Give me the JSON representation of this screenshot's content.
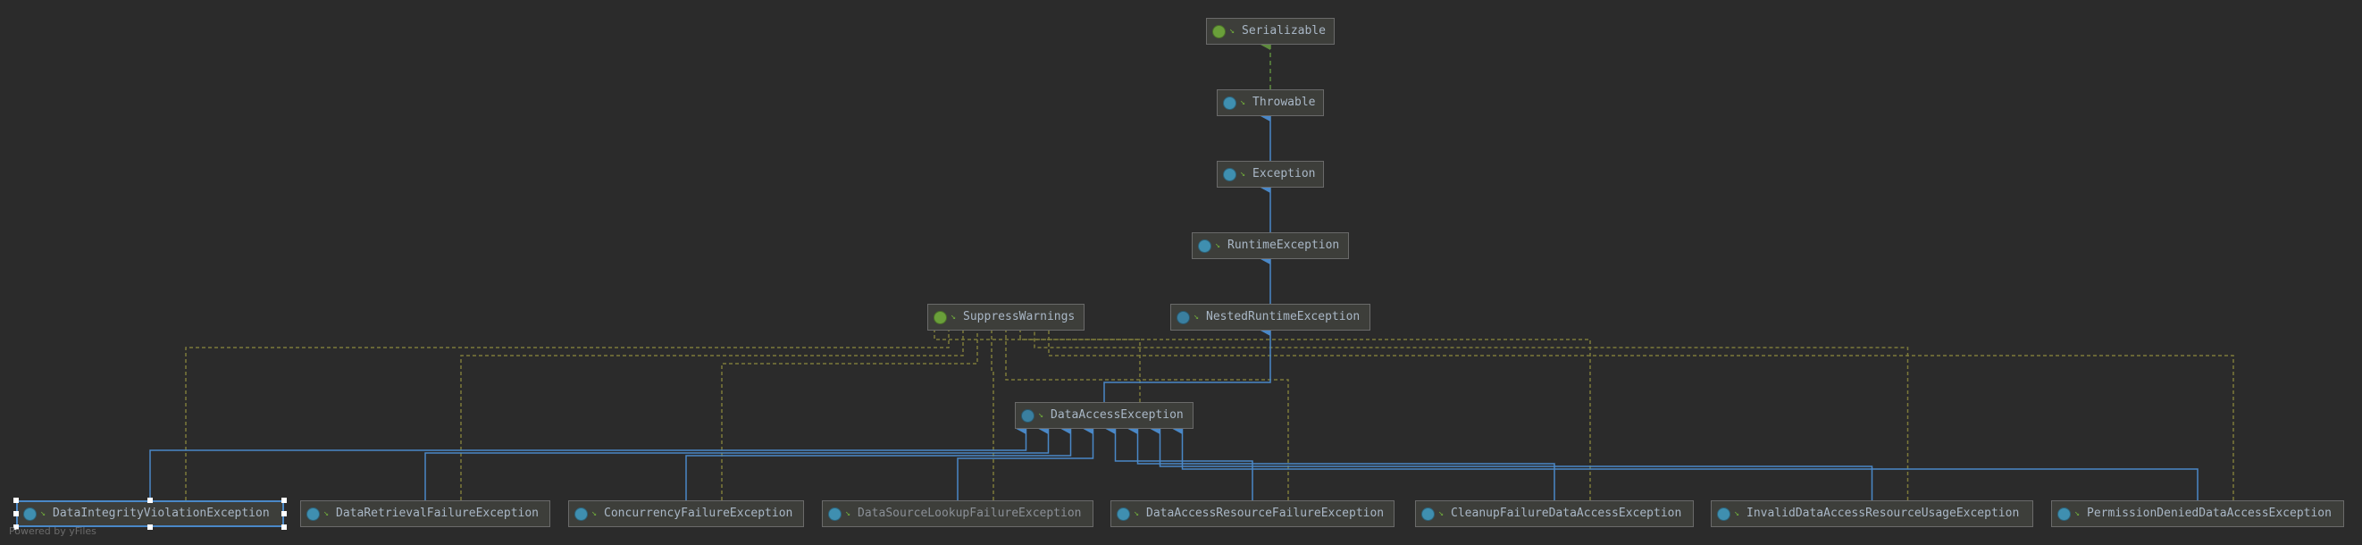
{
  "colors": {
    "background": "#2b2b2b",
    "inheritance_line": "#4a88c7",
    "implements_line": "#5e8b3e",
    "annotation_line": "#7d7a3a",
    "interface_badge": "#6a9f3a",
    "class_badge": "#3f8fb0",
    "abstract_class_badge": "#3a7fa0",
    "annotation_badge": "#6a9f3a"
  },
  "nodes": [
    {
      "id": "serializable",
      "label": "Serializable",
      "kind": "interface",
      "icon": "interface-icon"
    },
    {
      "id": "throwable",
      "label": "Throwable",
      "kind": "class",
      "icon": "class-icon"
    },
    {
      "id": "exception",
      "label": "Exception",
      "kind": "class",
      "icon": "class-icon"
    },
    {
      "id": "runtimeexception",
      "label": "RuntimeException",
      "kind": "class",
      "icon": "class-icon"
    },
    {
      "id": "suppresswarnings",
      "label": "SuppressWarnings",
      "kind": "annotation",
      "icon": "annotation-icon"
    },
    {
      "id": "nestedruntimeexception",
      "label": "NestedRuntimeException",
      "kind": "abstract",
      "icon": "abstract-class-icon"
    },
    {
      "id": "dataaccessexception",
      "label": "DataAccessException",
      "kind": "abstract",
      "icon": "abstract-class-icon"
    },
    {
      "id": "dataintegrityviolationexception",
      "label": "DataIntegrityViolationException",
      "kind": "class",
      "icon": "class-icon",
      "selected": true
    },
    {
      "id": "dataretrievalfailureexception",
      "label": "DataRetrievalFailureException",
      "kind": "class",
      "icon": "class-icon"
    },
    {
      "id": "concurrencyfailureexception",
      "label": "ConcurrencyFailureException",
      "kind": "class",
      "icon": "class-icon"
    },
    {
      "id": "datasourcelookupfailureexception",
      "label": "DataSourceLookupFailureException",
      "kind": "class",
      "icon": "class-icon",
      "dim": true
    },
    {
      "id": "dataaccessresourcefailureexception",
      "label": "DataAccessResourceFailureException",
      "kind": "class",
      "icon": "class-icon"
    },
    {
      "id": "cleanupfailuredataaccessexception",
      "label": "CleanupFailureDataAccessException",
      "kind": "class",
      "icon": "class-icon"
    },
    {
      "id": "invaliddataaccessresourceusageexception",
      "label": "InvalidDataAccessResourceUsageException",
      "kind": "class",
      "icon": "class-icon"
    },
    {
      "id": "permissiondenieddataaccessexception",
      "label": "PermissionDeniedDataAccessException",
      "kind": "class",
      "icon": "class-icon"
    }
  ],
  "edges": [
    {
      "from": "throwable",
      "to": "serializable",
      "type": "implements"
    },
    {
      "from": "exception",
      "to": "throwable",
      "type": "extends"
    },
    {
      "from": "runtimeexception",
      "to": "exception",
      "type": "extends"
    },
    {
      "from": "nestedruntimeexception",
      "to": "runtimeexception",
      "type": "extends"
    },
    {
      "from": "dataaccessexception",
      "to": "nestedruntimeexception",
      "type": "extends"
    },
    {
      "from": "dataintegrityviolationexception",
      "to": "dataaccessexception",
      "type": "extends"
    },
    {
      "from": "dataretrievalfailureexception",
      "to": "dataaccessexception",
      "type": "extends"
    },
    {
      "from": "concurrencyfailureexception",
      "to": "dataaccessexception",
      "type": "extends"
    },
    {
      "from": "datasourcelookupfailureexception",
      "to": "dataaccessexception",
      "type": "extends"
    },
    {
      "from": "dataaccessresourcefailureexception",
      "to": "dataaccessexception",
      "type": "extends"
    },
    {
      "from": "cleanupfailuredataaccessexception",
      "to": "dataaccessexception",
      "type": "extends"
    },
    {
      "from": "invaliddataaccessresourceusageexception",
      "to": "dataaccessexception",
      "type": "extends"
    },
    {
      "from": "permissiondenieddataaccessexception",
      "to": "dataaccessexception",
      "type": "extends"
    },
    {
      "from": "dataaccessexception",
      "to": "suppresswarnings",
      "type": "annotated"
    },
    {
      "from": "dataintegrityviolationexception",
      "to": "suppresswarnings",
      "type": "annotated"
    },
    {
      "from": "dataretrievalfailureexception",
      "to": "suppresswarnings",
      "type": "annotated"
    },
    {
      "from": "concurrencyfailureexception",
      "to": "suppresswarnings",
      "type": "annotated"
    },
    {
      "from": "datasourcelookupfailureexception",
      "to": "suppresswarnings",
      "type": "annotated"
    },
    {
      "from": "dataaccessresourcefailureexception",
      "to": "suppresswarnings",
      "type": "annotated"
    },
    {
      "from": "cleanupfailuredataaccessexception",
      "to": "suppresswarnings",
      "type": "annotated"
    },
    {
      "from": "invaliddataaccessresourceusageexception",
      "to": "suppresswarnings",
      "type": "annotated"
    },
    {
      "from": "permissiondenieddataaccessexception",
      "to": "suppresswarnings",
      "type": "annotated"
    }
  ],
  "watermark": "Powered by yFiles"
}
